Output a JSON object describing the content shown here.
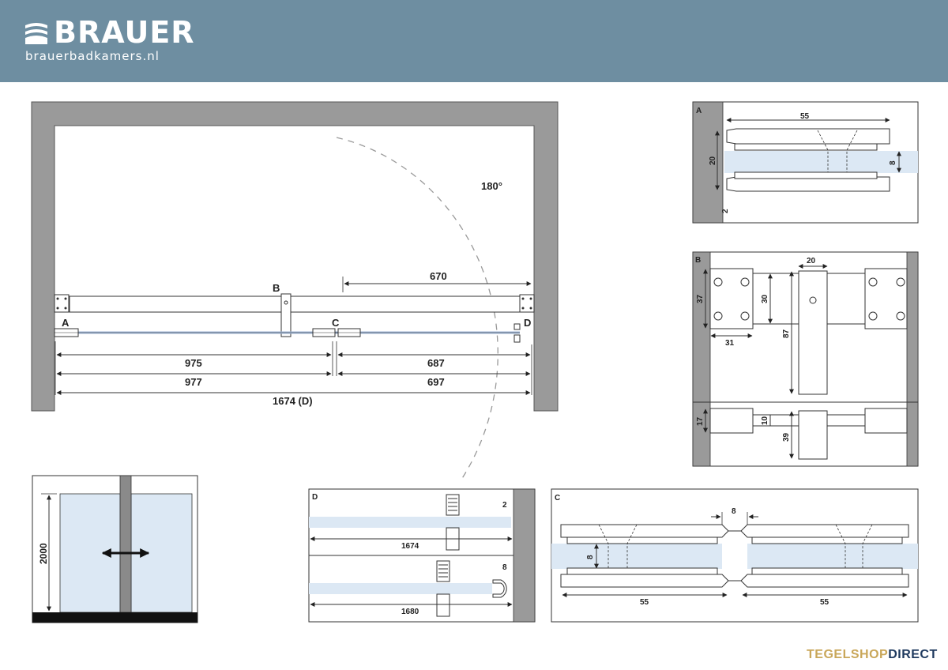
{
  "brand": {
    "name": "BRAUER",
    "url": "brauerbadkamers.nl"
  },
  "footer": {
    "part1": "TEGELSHOP",
    "part2": "DIRECT"
  },
  "colors": {
    "header": "#6e8ea1",
    "wall": "#9a9a9a",
    "glass": "#dce8f4",
    "footer_gold": "#c9a75a",
    "footer_navy": "#1f3a5f"
  },
  "plan": {
    "angle": "180°",
    "dim_670": "670",
    "dim_975": "975",
    "dim_687": "687",
    "dim_977": "977",
    "dim_697": "697",
    "dim_total": "1674 (D)",
    "labels": {
      "a": "A",
      "b": "B",
      "c": "C",
      "d": "D"
    }
  },
  "detail_a": {
    "label": "A",
    "width": "55",
    "height": "20",
    "glass": "8",
    "gap": "2"
  },
  "detail_b": {
    "label": "B",
    "dim_20": "20",
    "dim_37": "37",
    "dim_30": "30",
    "dim_87": "87",
    "dim_31": "31",
    "dim_17": "17",
    "dim_10": "10",
    "dim_39": "39"
  },
  "detail_c": {
    "label": "C",
    "gap": "8",
    "glass": "8",
    "left_width": "55",
    "right_width": "55"
  },
  "detail_d": {
    "label": "D",
    "gap_top": "2",
    "width_top": "1674",
    "gap_bottom": "8",
    "width_bottom": "1680"
  },
  "elevation": {
    "height": "2000"
  }
}
